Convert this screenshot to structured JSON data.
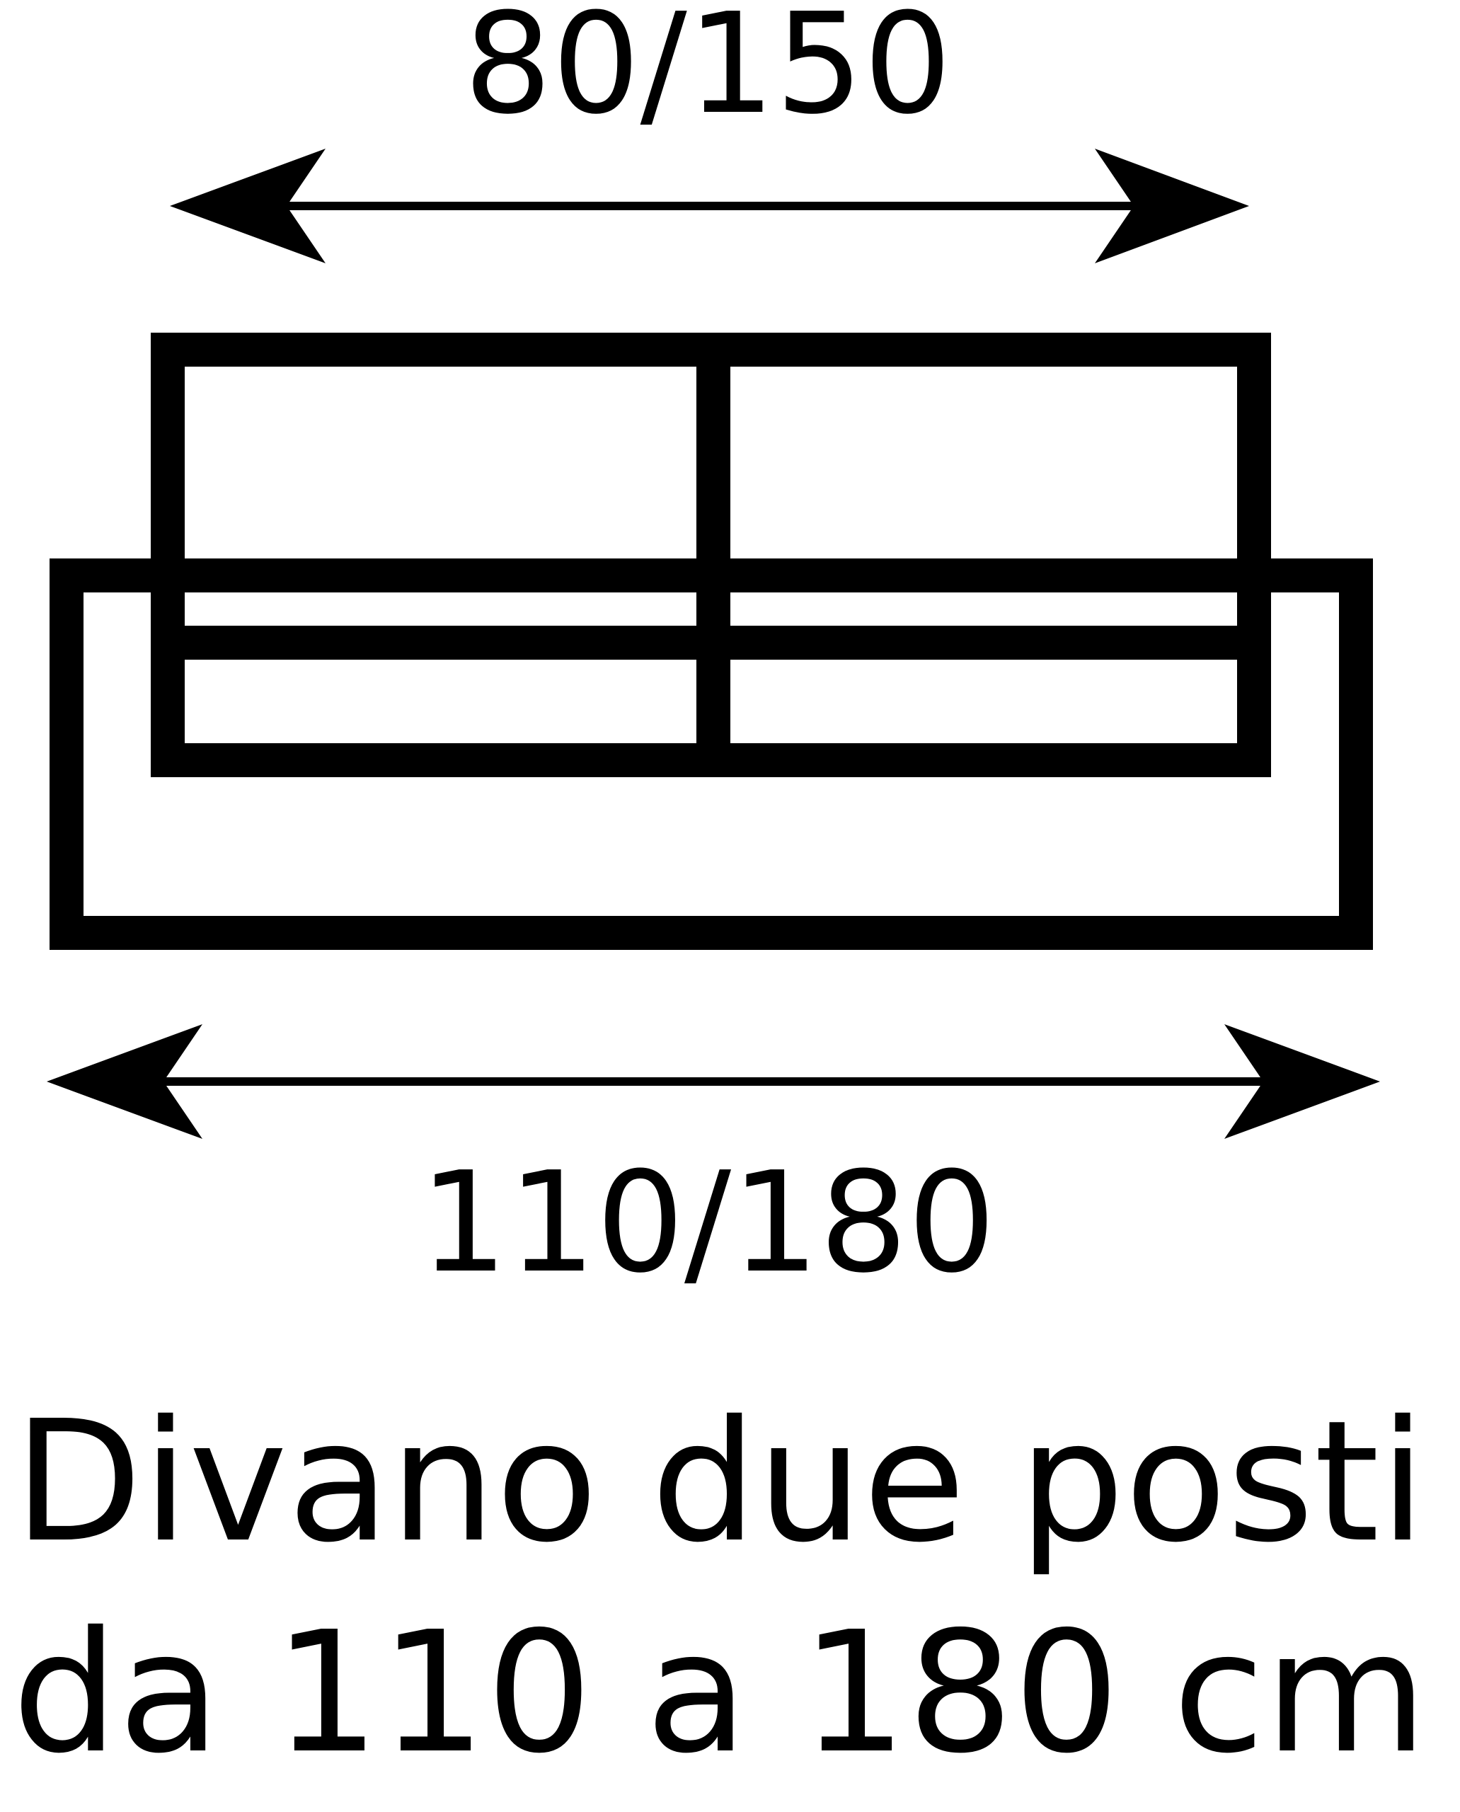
{
  "diagram": {
    "top_dimension": "80/150",
    "bottom_dimension": "110/180",
    "caption": {
      "line1": "Divano due posti",
      "line2": "da 110 a 180 cm"
    },
    "colors": {
      "stroke": "#000000",
      "background": "#ffffff"
    }
  }
}
